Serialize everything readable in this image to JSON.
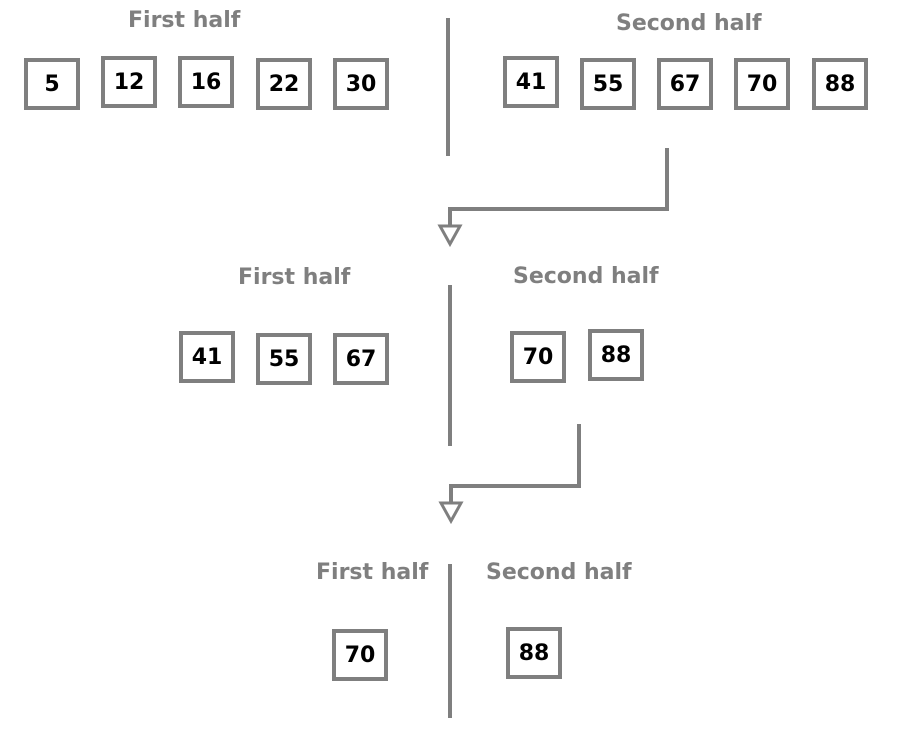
{
  "accent_color": "#7f7f7f",
  "level1": {
    "first_label": "First half",
    "second_label": "Second half",
    "first": [
      "5",
      "12",
      "16",
      "22",
      "30"
    ],
    "second": [
      "41",
      "55",
      "67",
      "70",
      "88"
    ]
  },
  "level2": {
    "first_label": "First half",
    "second_label": "Second half",
    "first": [
      "41",
      "55",
      "67"
    ],
    "second": [
      "70",
      "88"
    ]
  },
  "level3": {
    "first_label": "First half",
    "second_label": "Second half",
    "first": [
      "70"
    ],
    "second": [
      "88"
    ]
  }
}
